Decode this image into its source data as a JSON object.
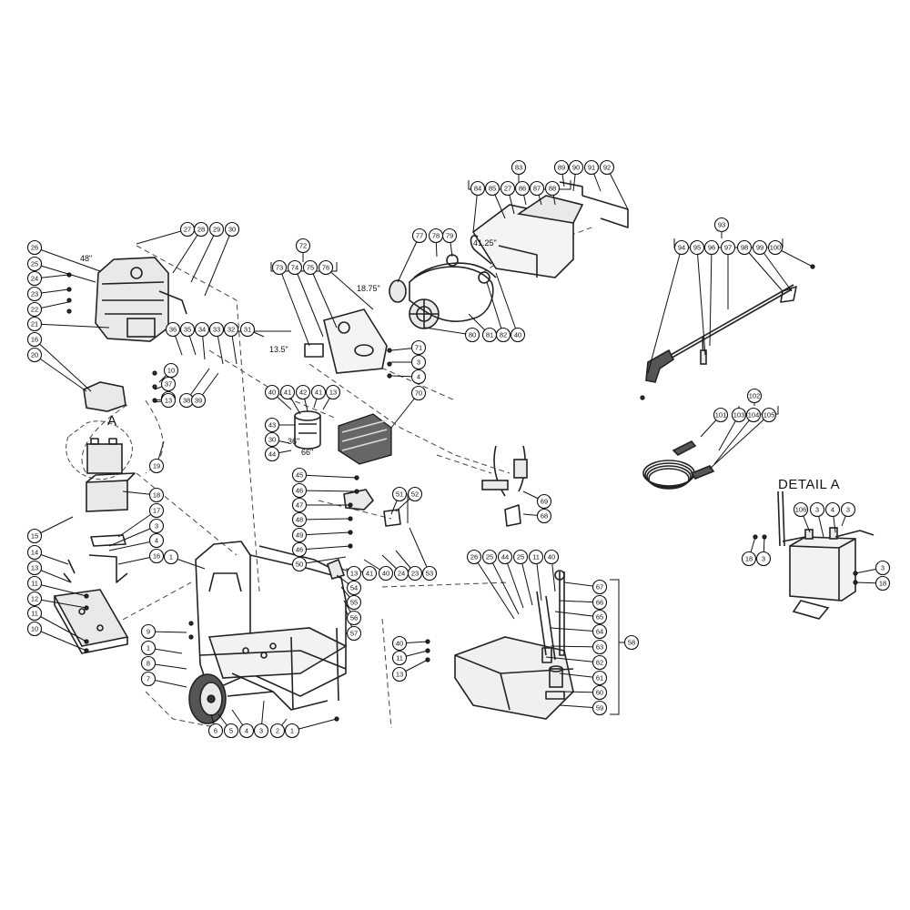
{
  "detail_title": "DETAIL A",
  "detail_callout": "A",
  "dimensions": [
    "48\"",
    "13.5\"",
    "18.75\"",
    "41.25\"",
    "36\"",
    "66\""
  ],
  "callouts": [
    "27",
    "28",
    "29",
    "30",
    "26",
    "25",
    "24",
    "23",
    "22",
    "21",
    "16",
    "20",
    "19",
    "18",
    "17",
    "3",
    "4",
    "16",
    "15",
    "14",
    "13",
    "11",
    "12",
    "11",
    "10",
    "10",
    "37",
    "11",
    "13",
    "36",
    "35",
    "34",
    "33",
    "32",
    "31",
    "38",
    "39",
    "72",
    "73",
    "74",
    "75",
    "76",
    "71",
    "3",
    "4",
    "70",
    "77",
    "78",
    "79",
    "80",
    "81",
    "82",
    "40",
    "83",
    "84",
    "85",
    "27",
    "86",
    "87",
    "88",
    "89",
    "90",
    "91",
    "92",
    "93",
    "94",
    "95",
    "96",
    "97",
    "98",
    "99",
    "100",
    "102",
    "101",
    "103",
    "104",
    "105",
    "40",
    "41",
    "42",
    "41",
    "13",
    "43",
    "30",
    "44",
    "45",
    "46",
    "47",
    "48",
    "49",
    "46",
    "50",
    "51",
    "52",
    "69",
    "68",
    "13",
    "41",
    "40",
    "24",
    "23",
    "53",
    "54",
    "55",
    "56",
    "57",
    "1",
    "9",
    "1",
    "8",
    "7",
    "6",
    "5",
    "4",
    "3",
    "2",
    "1",
    "26",
    "25",
    "44",
    "25",
    "11",
    "40",
    "67",
    "66",
    "65",
    "64",
    "63",
    "62",
    "61",
    "60",
    "59",
    "58",
    "40",
    "11",
    "13",
    "106",
    "3",
    "4",
    "3",
    "18",
    "3",
    "3",
    "18"
  ]
}
